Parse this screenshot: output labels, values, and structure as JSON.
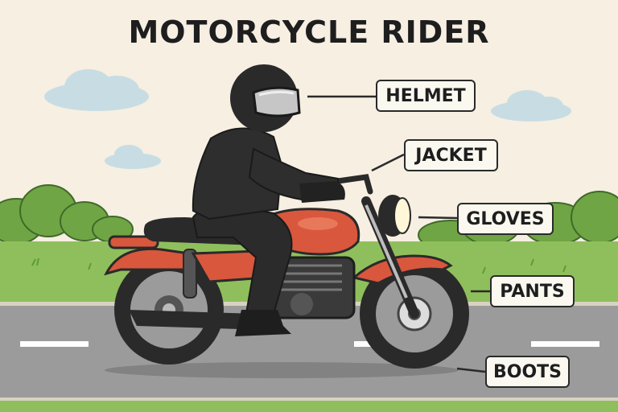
{
  "title": "MOTORCYCLE RIDER",
  "labels": {
    "helmet": "HELMET",
    "jacket": "JACKET",
    "gloves": "GLOVES",
    "pants": "PANTS",
    "boots": "BOOTS"
  },
  "colors": {
    "sky": "#f6efe2",
    "grass": "#8fbf5c",
    "road": "#9b9b9b",
    "motorcycle": "#d9573d",
    "gear": "#2a2a2a"
  }
}
